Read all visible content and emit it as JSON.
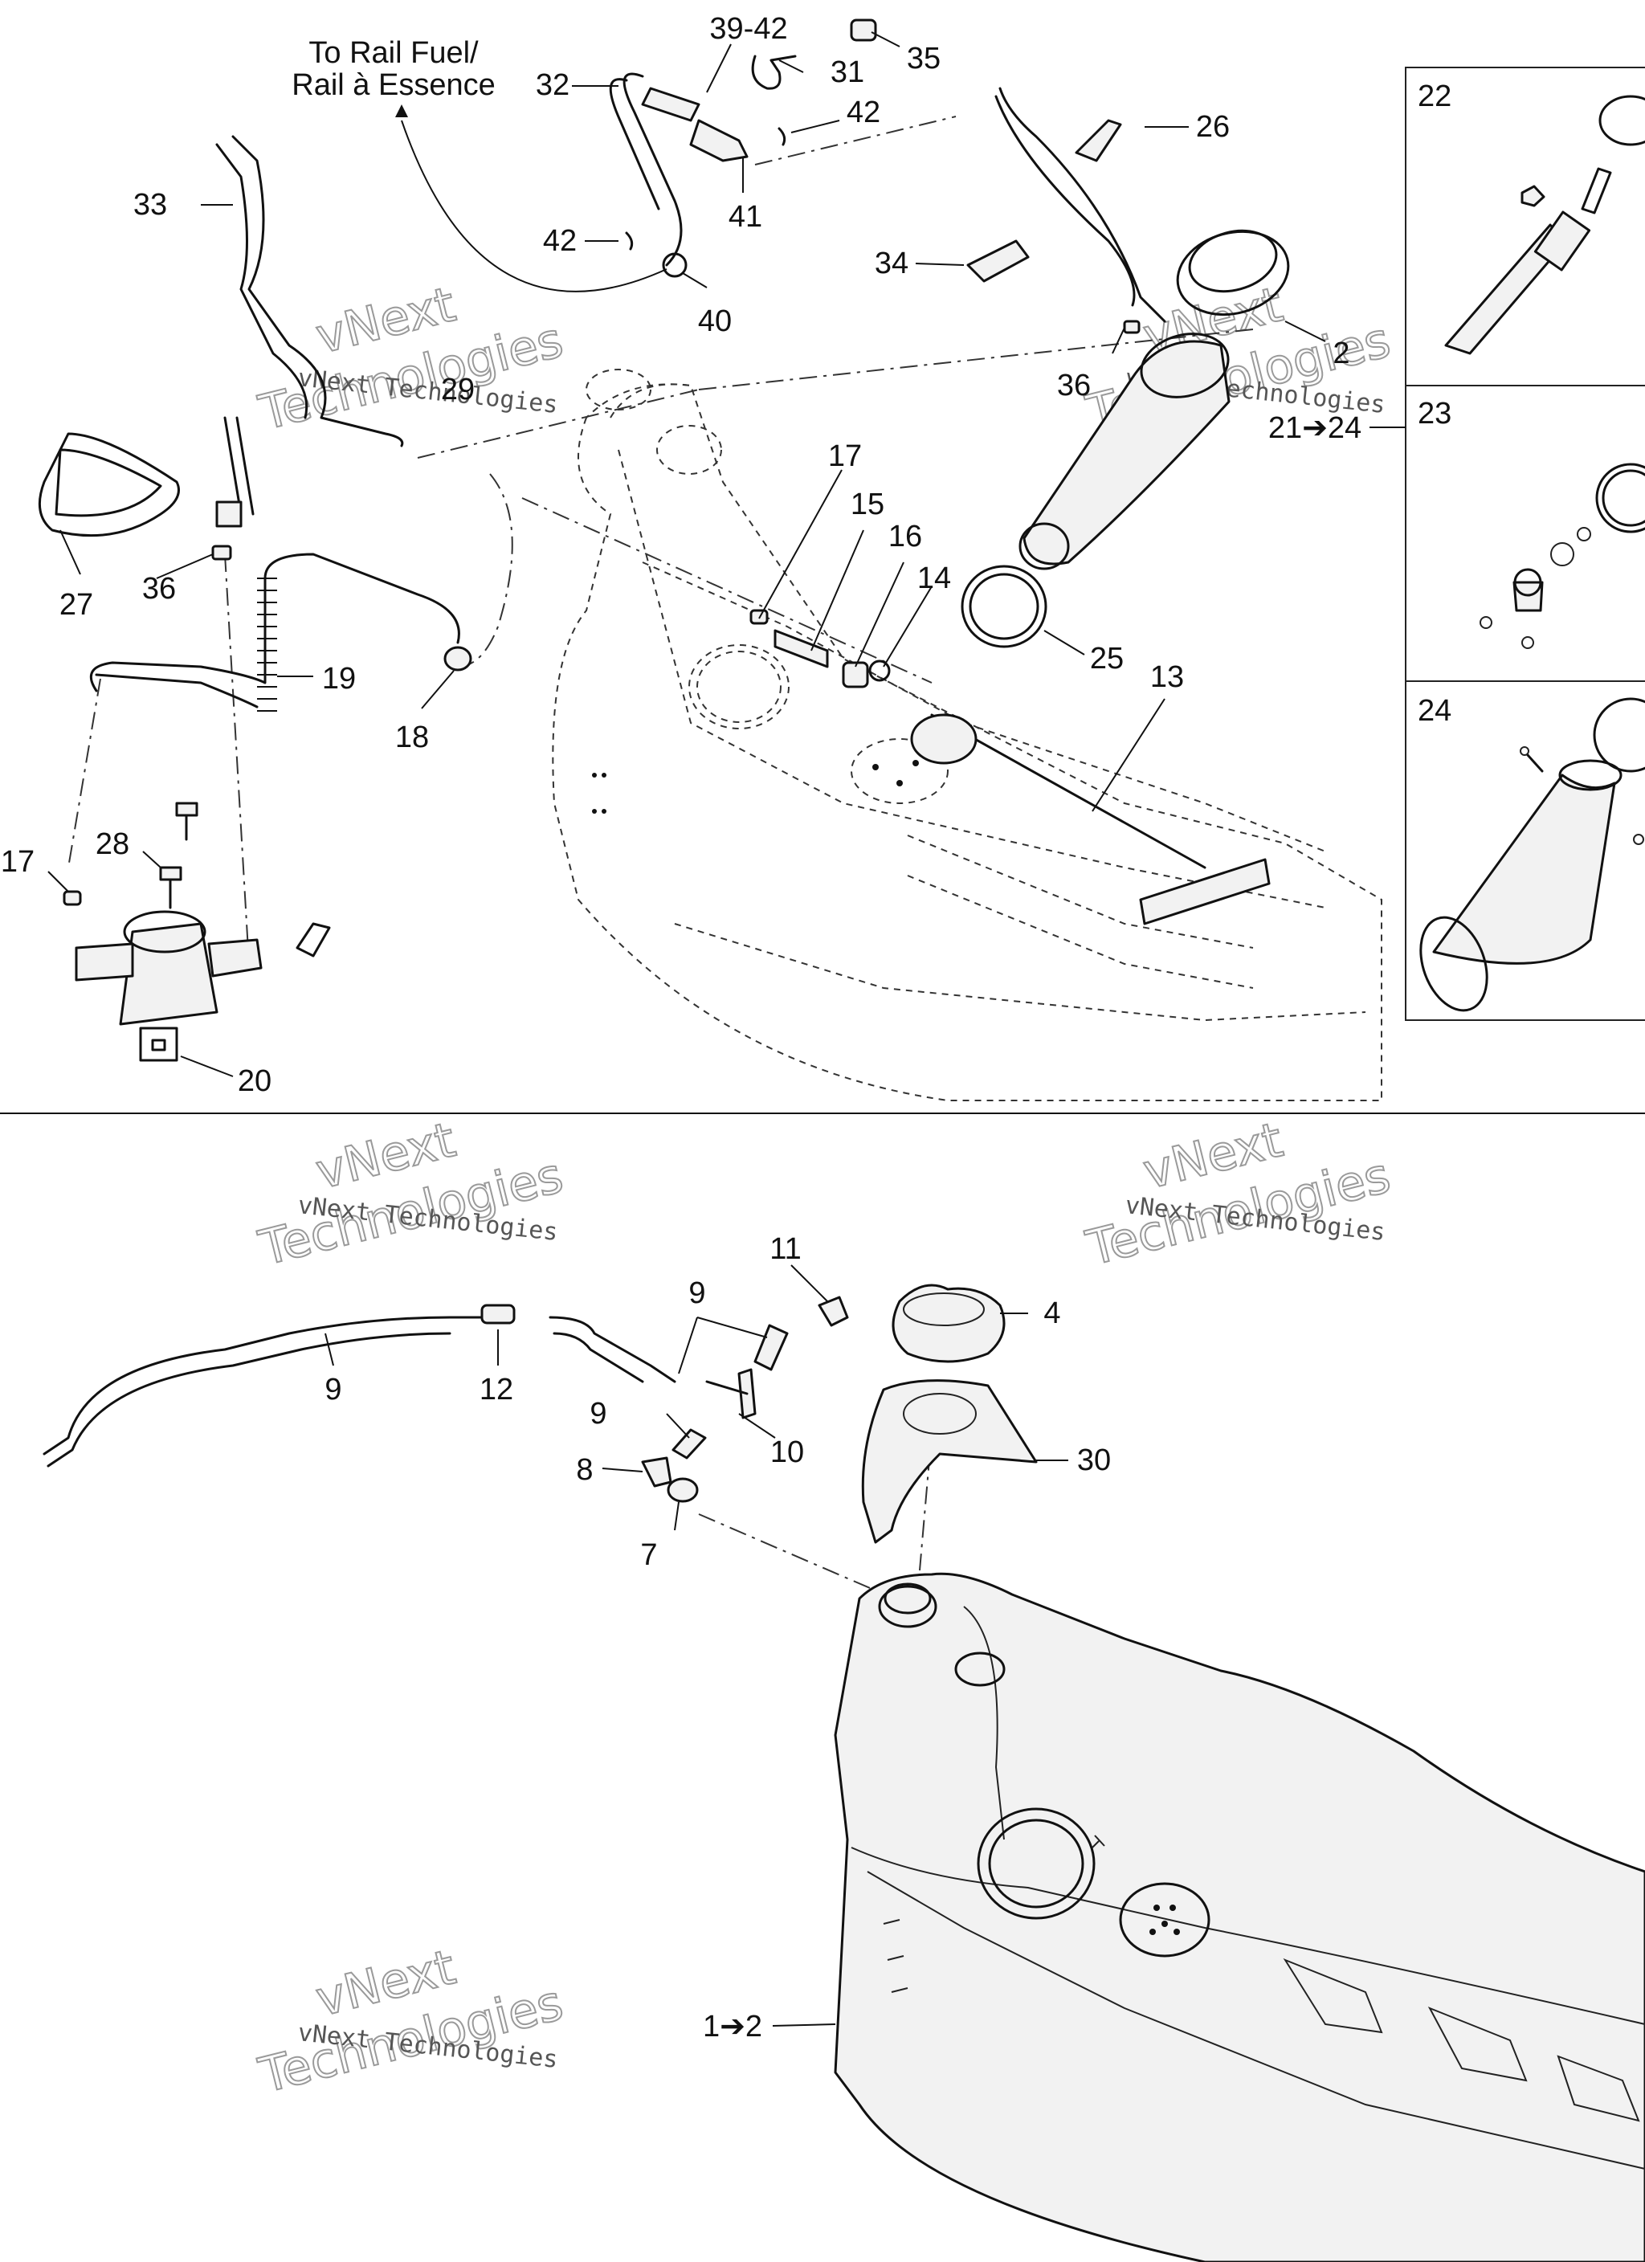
{
  "destination_note": [
    "To Rail Fuel/",
    "Rail à Essence"
  ],
  "callouts": [
    {
      "key": "c32",
      "text": "32"
    },
    {
      "key": "c39_42",
      "text": "39-42"
    },
    {
      "key": "c31",
      "text": "31"
    },
    {
      "key": "c35",
      "text": "35"
    },
    {
      "key": "c42a",
      "text": "42"
    },
    {
      "key": "c26",
      "text": "26"
    },
    {
      "key": "c41",
      "text": "41"
    },
    {
      "key": "c33",
      "text": "33"
    },
    {
      "key": "c42b",
      "text": "42"
    },
    {
      "key": "c40",
      "text": "40"
    },
    {
      "key": "c34",
      "text": "34"
    },
    {
      "key": "c2a",
      "text": "2"
    },
    {
      "key": "c36a",
      "text": "36"
    },
    {
      "key": "c29",
      "text": "29"
    },
    {
      "key": "c21_24",
      "text": "21➔24"
    },
    {
      "key": "c27",
      "text": "27"
    },
    {
      "key": "c36b",
      "text": "36"
    },
    {
      "key": "c17a",
      "text": "17"
    },
    {
      "key": "c15",
      "text": "15"
    },
    {
      "key": "c16",
      "text": "16"
    },
    {
      "key": "c14",
      "text": "14"
    },
    {
      "key": "c19",
      "text": "19"
    },
    {
      "key": "c25",
      "text": "25"
    },
    {
      "key": "c13",
      "text": "13"
    },
    {
      "key": "c18",
      "text": "18"
    },
    {
      "key": "c28",
      "text": "28"
    },
    {
      "key": "c17b",
      "text": "17"
    },
    {
      "key": "c20",
      "text": "20"
    },
    {
      "key": "c11",
      "text": "11"
    },
    {
      "key": "c9a",
      "text": "9"
    },
    {
      "key": "c4",
      "text": "4"
    },
    {
      "key": "c9b",
      "text": "9"
    },
    {
      "key": "c12",
      "text": "12"
    },
    {
      "key": "c9c",
      "text": "9"
    },
    {
      "key": "c10",
      "text": "10"
    },
    {
      "key": "c30",
      "text": "30"
    },
    {
      "key": "c8",
      "text": "8"
    },
    {
      "key": "c7",
      "text": "7"
    },
    {
      "key": "c1_2",
      "text": "1➔2"
    }
  ],
  "panels": [
    {
      "key": "p22",
      "text": "22"
    },
    {
      "key": "p23",
      "text": "23"
    },
    {
      "key": "p24",
      "text": "24"
    }
  ],
  "watermark": {
    "line1": "vNext Technologies",
    "line2a": "vNext",
    "line2b": "Technologies"
  }
}
